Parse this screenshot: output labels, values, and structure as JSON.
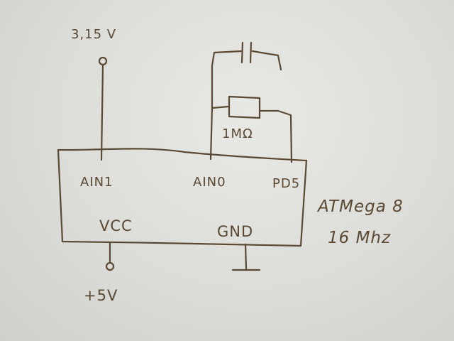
{
  "diagram": {
    "supply_voltage_top": "3,15 V",
    "supply_voltage_bottom": "+5V",
    "resistor_label": "1MΩ",
    "chip": {
      "name": "ATMega 8",
      "clock": "16 Mhz",
      "pins": {
        "ain1": "AIN1",
        "ain0": "AIN0",
        "pd5": "PD5",
        "vcc": "VCC",
        "gnd": "GND"
      }
    },
    "ink_color": "#5a4832"
  }
}
